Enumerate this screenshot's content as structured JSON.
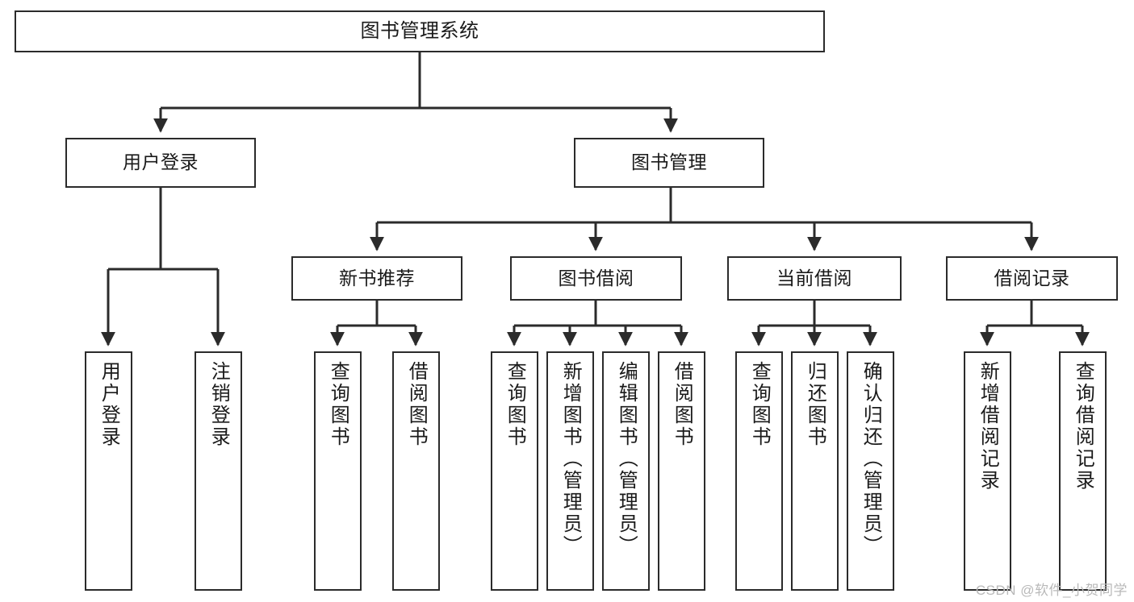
{
  "diagram": {
    "title": "图书管理系统",
    "type": "tree",
    "root": {
      "label": "图书管理系统"
    },
    "level2": [
      {
        "label": "用户登录"
      },
      {
        "label": "图书管理"
      }
    ],
    "level3": [
      {
        "label": "新书推荐"
      },
      {
        "label": "图书借阅"
      },
      {
        "label": "当前借阅"
      },
      {
        "label": "借阅记录"
      }
    ],
    "leaves": {
      "user_login": [
        {
          "label": "用户登录"
        },
        {
          "label": "注销登录"
        }
      ],
      "new_book_recommend": [
        {
          "label": "查询图书"
        },
        {
          "label": "借阅图书"
        }
      ],
      "book_borrow": [
        {
          "label": "查询图书"
        },
        {
          "label": "新增图书（管理员）"
        },
        {
          "label": "编辑图书（管理员）"
        },
        {
          "label": "借阅图书"
        }
      ],
      "current_borrow": [
        {
          "label": "查询图书"
        },
        {
          "label": "归还图书"
        },
        {
          "label": "确认归还（管理员）"
        }
      ],
      "borrow_record": [
        {
          "label": "新增借阅记录"
        },
        {
          "label": "查询借阅记录"
        }
      ]
    }
  },
  "watermark": {
    "text": "CSDN @软件_小贺同学"
  },
  "colors": {
    "stroke": "#2b2b2b",
    "box_fill": "#ffffff",
    "text": "#1a1a1a",
    "watermark": "#b9b9b9",
    "background": "#ffffff"
  }
}
